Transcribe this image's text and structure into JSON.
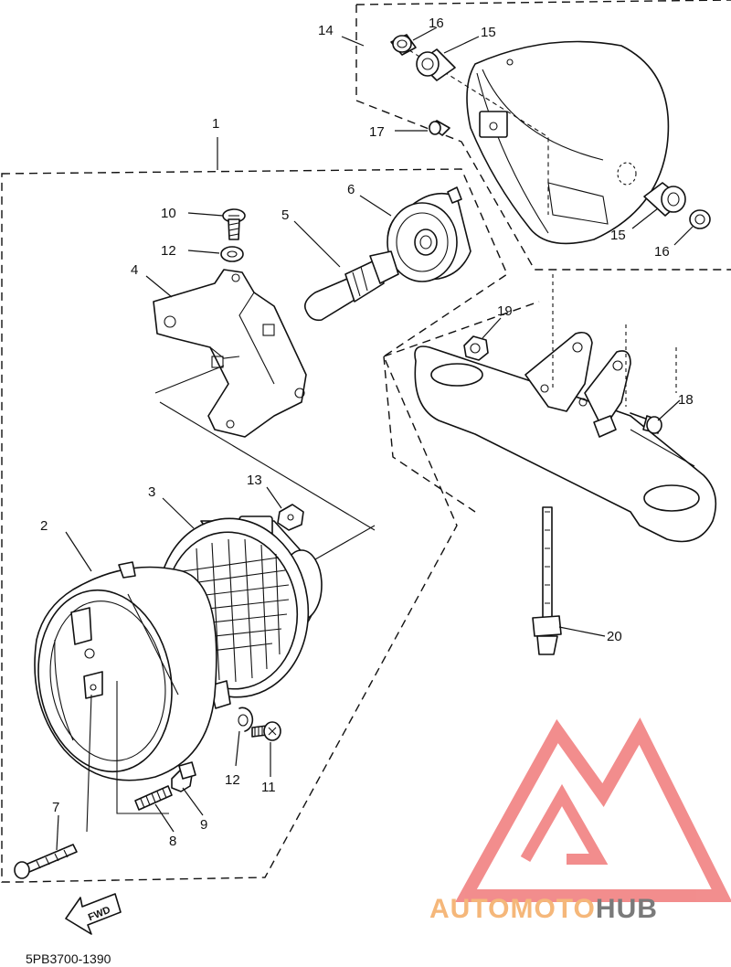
{
  "callouts": [
    "1",
    "2",
    "3",
    "4",
    "5",
    "6",
    "7",
    "8",
    "9",
    "10",
    "11",
    "12",
    "12",
    "13",
    "14",
    "15",
    "15",
    "16",
    "16",
    "17",
    "18",
    "19",
    "20"
  ],
  "direction_label": "FWD",
  "drawing_code": "5PB3700-1390",
  "watermark": {
    "text_part1": "AUTOMOTO",
    "text_part2": "HUB",
    "color_accent": "#f07a7a",
    "color_orange": "#f5b77a",
    "color_gray": "#7a7a7a"
  }
}
